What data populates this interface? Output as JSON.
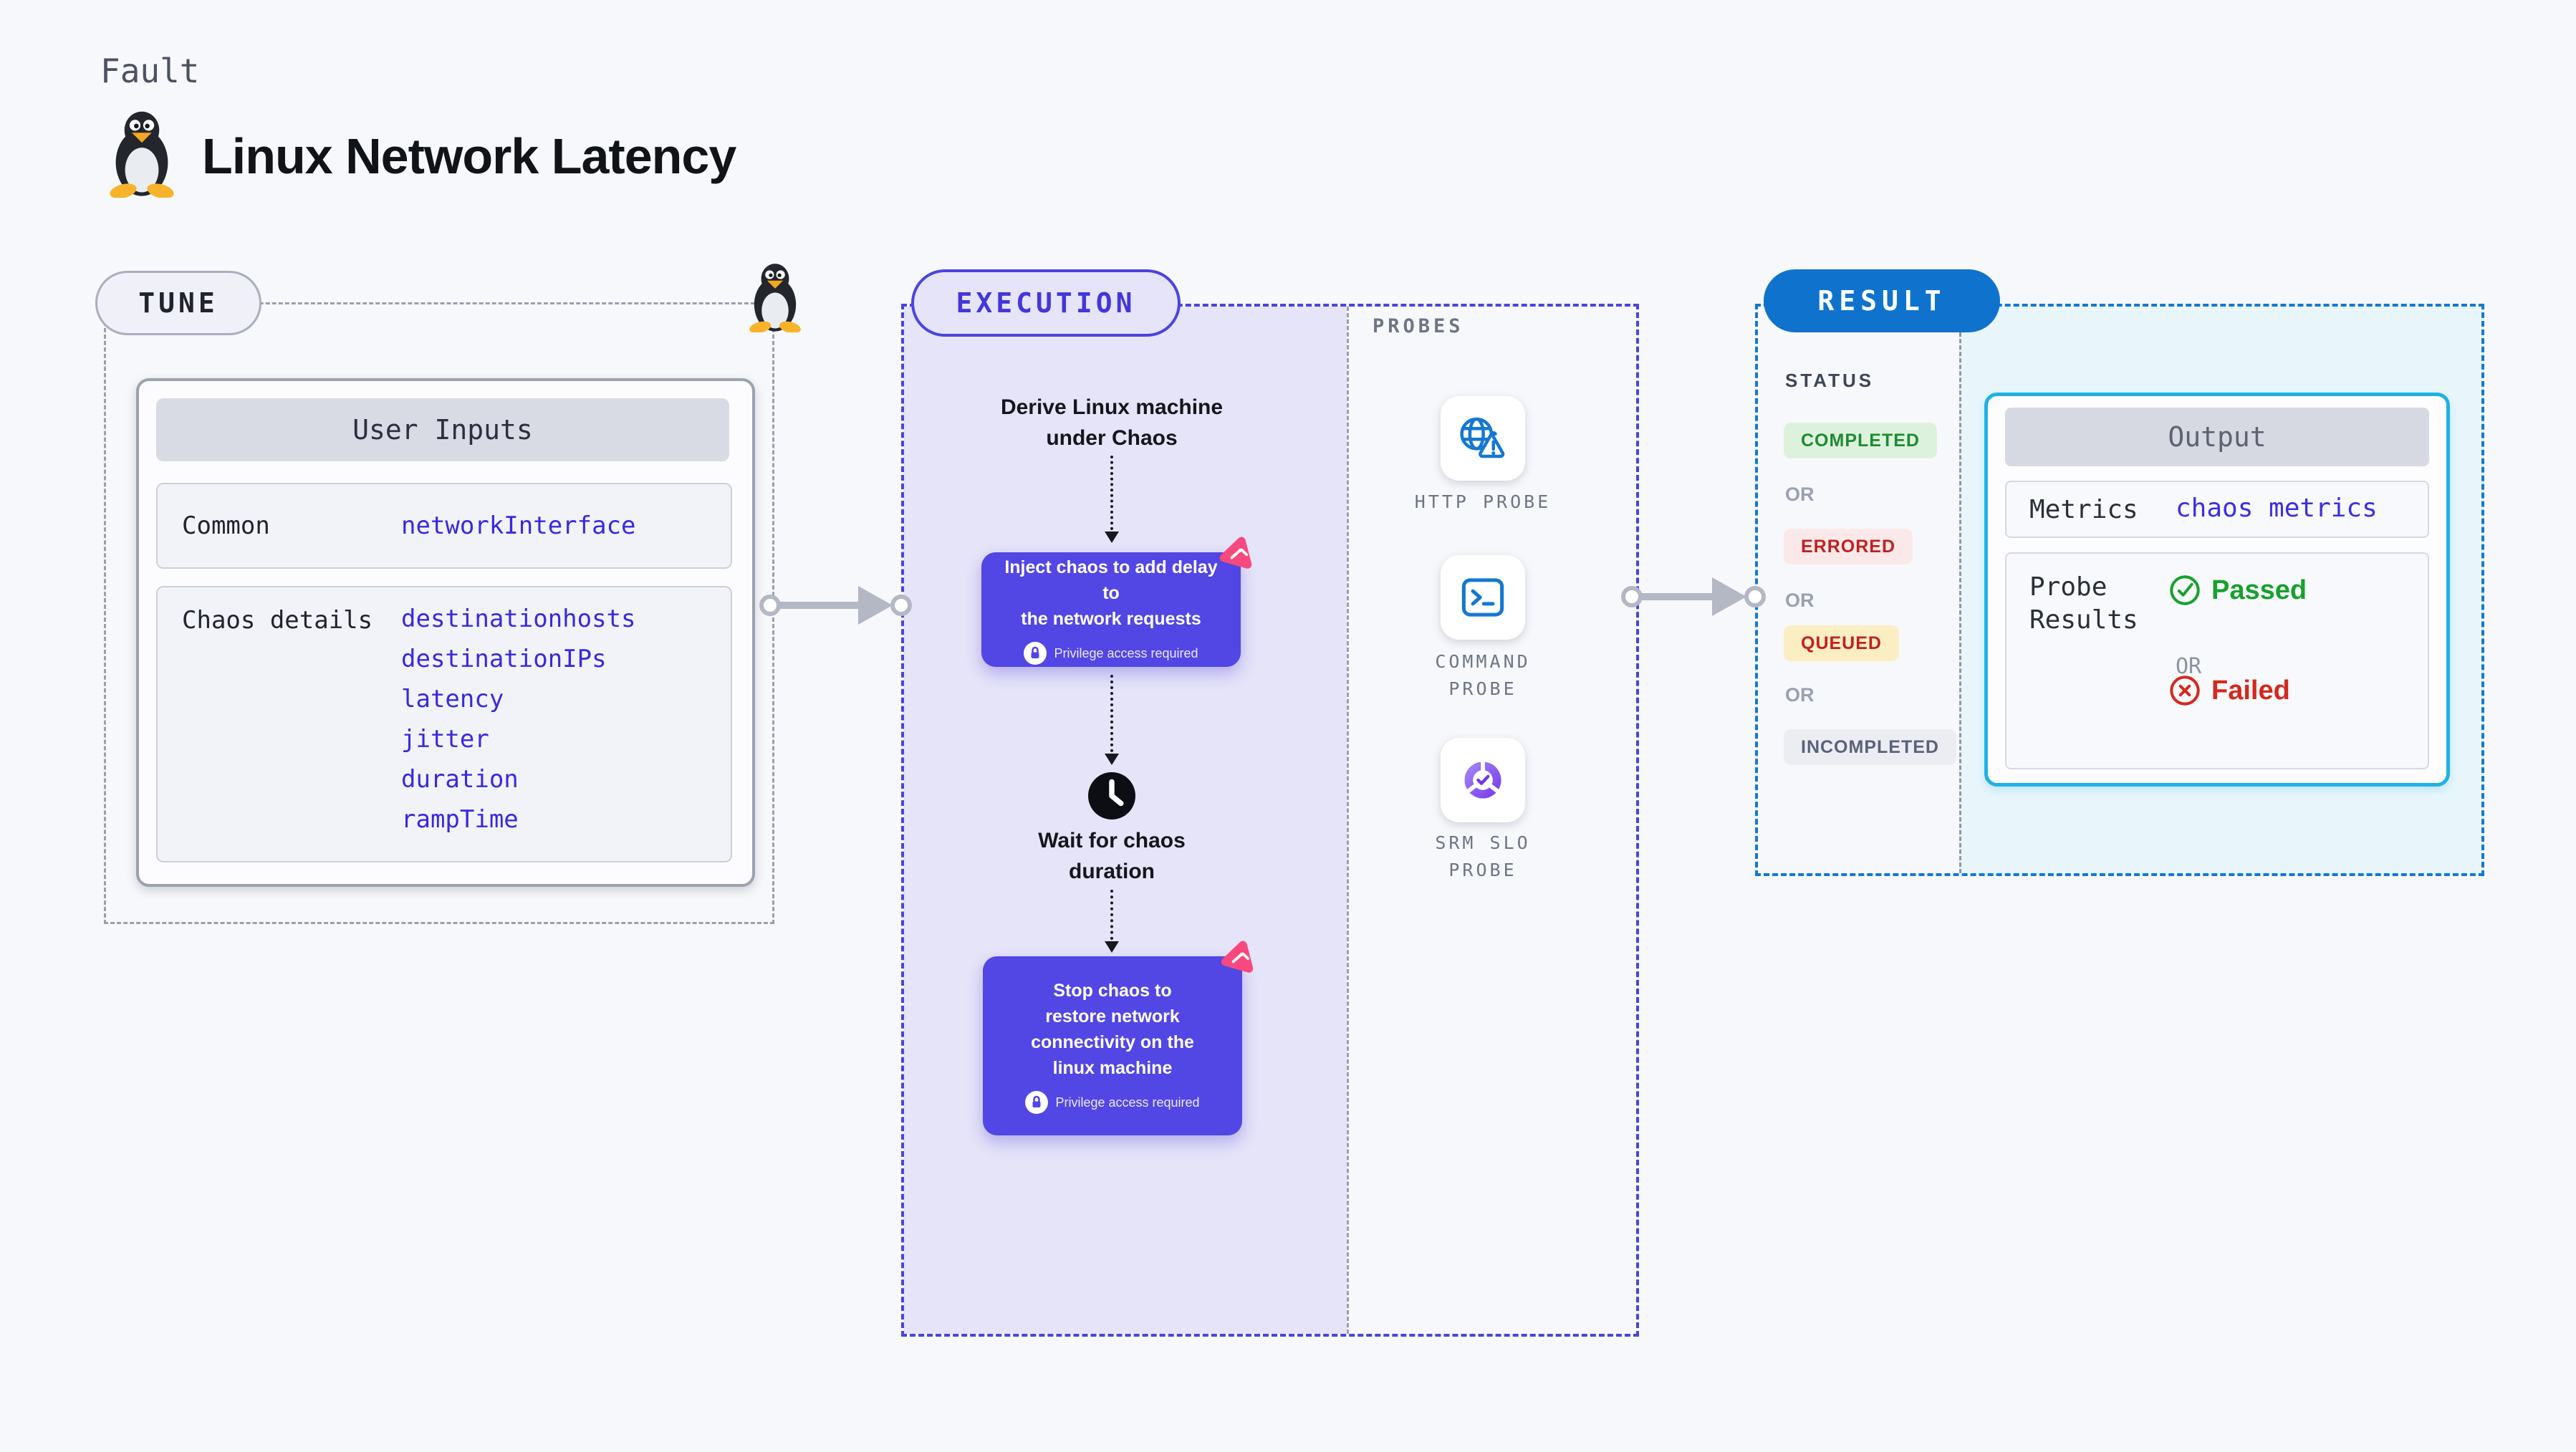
{
  "header": {
    "kicker": "Fault",
    "title": "Linux Network Latency"
  },
  "tune": {
    "badge": "TUNE",
    "table_header": "User Inputs",
    "rows": [
      {
        "label": "Common",
        "values": [
          "networkInterface"
        ]
      },
      {
        "label": "Chaos details",
        "values": [
          "destinationhosts",
          "destinationIPs",
          "latency",
          "jitter",
          "duration",
          "rampTime"
        ]
      }
    ],
    "chaos_values_joined": "destinationhosts\ndestinationIPs\nlatency\njitter\nduration\nrampTime"
  },
  "execution": {
    "badge": "EXECUTION",
    "derive": "Derive Linux machine\nunder Chaos",
    "inject": "Inject chaos to add delay to\nthe network requests",
    "privilege": "Privilege access required",
    "wait": "Wait for chaos\nduration",
    "stop": "Stop chaos to\nrestore network\nconnectivity on the\nlinux machine"
  },
  "probes": {
    "label": "PROBES",
    "items": [
      {
        "name": "HTTP PROBE",
        "icon": "globe-alert-icon"
      },
      {
        "name": "COMMAND PROBE",
        "icon": "terminal-icon"
      },
      {
        "name": "SRM SLO PROBE",
        "icon": "slo-donut-icon"
      }
    ]
  },
  "result": {
    "badge": "RESULT",
    "status_label": "STATUS",
    "or": "OR",
    "statuses": [
      {
        "label": "COMPLETED",
        "color": "#1e8a34",
        "bg": "#ddf2dc"
      },
      {
        "label": "ERRORED",
        "color": "#c21f1f",
        "bg": "#fbe9e9"
      },
      {
        "label": "QUEUED",
        "color": "#c21f1f",
        "bg": "#fbeec2"
      },
      {
        "label": "INCOMPLETED",
        "color": "#5a627a",
        "bg": "#ececf3"
      }
    ],
    "output": {
      "header": "Output",
      "metrics_label": "Metrics",
      "metrics_value": "chaos metrics",
      "probe_label": "Probe\nResults",
      "passed": "Passed",
      "or": "OR",
      "failed": "Failed"
    }
  },
  "colors": {
    "page_bg": "#f7f8fb",
    "accent_indigo": "#4a44e0",
    "node_purple": "#5246e4",
    "execution_bg": "#e5e4f8",
    "chaos_pink": "#f7497d",
    "result_blue": "#0f73cd",
    "cyan_border": "#1fb1e6",
    "cyan_bg": "#e8f6fc",
    "probe_blue": "#1478d2",
    "value_blue": "#3928e0",
    "passed_green": "#17a12c",
    "failed_red": "#d6281c"
  }
}
